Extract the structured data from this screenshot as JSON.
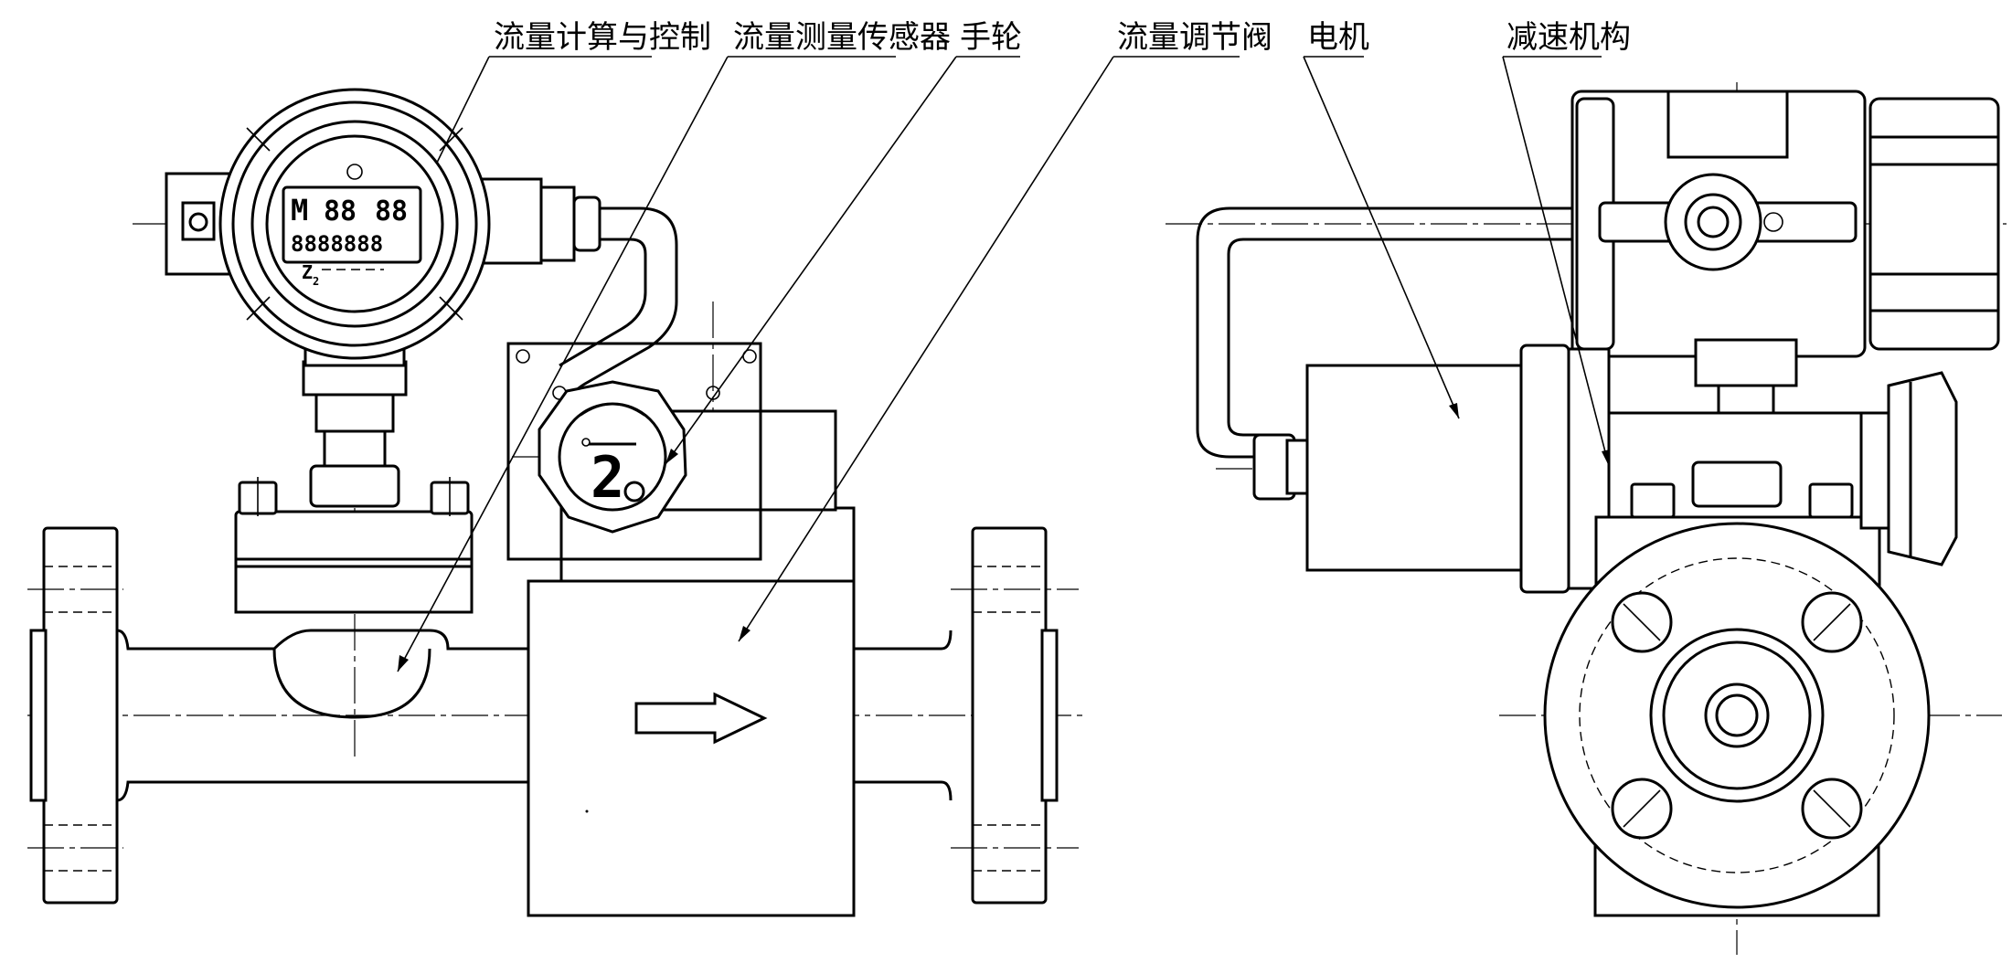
{
  "labels": {
    "flow_calc_control": "流量计算与控制",
    "flow_sensor": "流量测量传感器",
    "handwheel": "手轮",
    "flow_valve": "流量调节阀",
    "motor": "电机",
    "reducer": "减速机构"
  },
  "display": {
    "row1_mode": "M",
    "row1_digits_a": "88",
    "row1_digits_b": "88",
    "row2_digits": "8888888",
    "brand_mark": "Z",
    "brand_sub": "2"
  },
  "handwheel_mark": "2"
}
